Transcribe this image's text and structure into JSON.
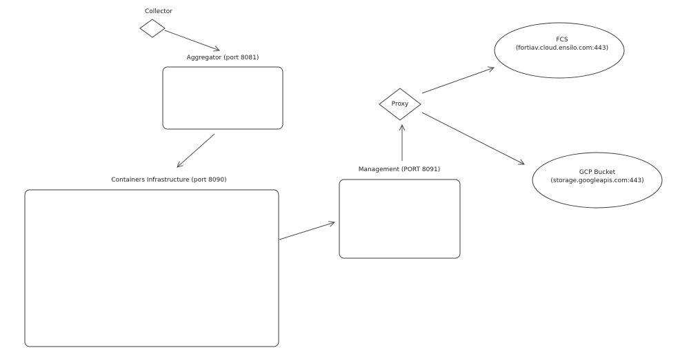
{
  "nodes": {
    "collector": {
      "label": "Collector"
    },
    "aggregator": {
      "label": "Aggregator (port 8081)"
    },
    "containers": {
      "label": "Containers Infrastructure (port 8090)"
    },
    "management": {
      "label": "Management (PORT 8091)"
    },
    "proxy": {
      "label": "Proxy"
    },
    "fcs": {
      "label_line1": "FCS",
      "label_line2": "(fortiav.cloud.ensilo.com:443)"
    },
    "gcp": {
      "label_line1": "GCP Bucket",
      "label_line2": "(storage.googleapis.com:443)"
    }
  },
  "edges": [
    {
      "from": "Collector",
      "to": "Aggregator (port 8081)"
    },
    {
      "from": "Aggregator (port 8081)",
      "to": "Containers Infrastructure (port 8090)"
    },
    {
      "from": "Containers Infrastructure (port 8090)",
      "to": "Management (PORT 8091)"
    },
    {
      "from": "Management (PORT 8091)",
      "to": "Proxy"
    },
    {
      "from": "Proxy",
      "to": "FCS"
    },
    {
      "from": "Proxy",
      "to": "GCP Bucket"
    }
  ],
  "colors": {
    "stroke": "#3a3a3a",
    "background": "#ffffff",
    "text": "#1e1e1e"
  }
}
